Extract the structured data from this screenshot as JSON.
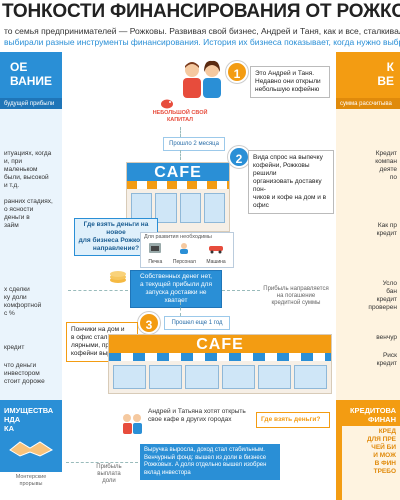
{
  "header": {
    "title": "ТОНКОСТИ ФИНАНСИРОВАНИЯ ОТ РОЖКОВЫХ",
    "intro_line1": "то семья предпринимателей — Рожковы. Развивая свой бизнес, Андрей и Таня, как и все, сталкивались с не",
    "intro_line2": "выбирали разные инструменты финансирования. История их бизнеса показывает, когда нужно выбрать ве"
  },
  "left_column": {
    "heading_line1": "ОЕ",
    "heading_line2": "ВАНИЕ",
    "subheading": "будущей прибыли",
    "text1": "итуациях, когда\nи, при маленьком\nбыли, высокой\nи т.д.",
    "text2": "ранних стадиях,\nо ясности\nденьги в\nзайм",
    "text3": "х сделки\nку доли\nкомфортной\nс %",
    "text4": "кредит",
    "text5": "что деньги\nинвестором\nстоит дороже",
    "bottom_heading": "ИМУЩЕСТВА\nНДА\nКА",
    "bottom_caption": "Монтерские\nпрорывы"
  },
  "right_column": {
    "heading_line1": "К",
    "heading_line2": "ВЕ",
    "subheading": "сумма рассчитыва",
    "text1": "Кредит\nкомпан\nдеяте\nпо",
    "text2": "Как пр\nкредит",
    "text3": "Усло\nбан\nкредит\nпроверен",
    "text4": "Риск\nкредит",
    "text5": "венчур",
    "bottom_heading": "КРЕДИТОВА\nФИНАН",
    "bottom_sub": "КРЕД\nДЛЯ ПРЕ\nЧЕЙ БИ\nИ МОЖ\nВ ФИН\nТРЕБО"
  },
  "step1": {
    "number": "1",
    "speech": "Это Андрей и Таня.\nНедавно они открыли\nнебольшую кофейню",
    "capital_label": "НЕБОЛЬШОЙ СВОЙ\nКАПИТАЛ",
    "time_label": "Прошло 2 месяца"
  },
  "step2": {
    "number": "2",
    "speech": "Вида спрос на выпечку\nкофейни, Рожковы решили\nорганизовать доставку пон-\nчиков и кофе на дом и в офис",
    "question": "Где взять деньги на новое\nдля бизнеса Рожковых\nнаправление?",
    "needs_label": "Для развития необходимы",
    "need1": "Печка",
    "need2": "Персонал",
    "need3": "Машина",
    "own_money": "Собственных денег нет,\nа текущей прибыли для\nзапуска доставки не хватает",
    "loan_label": "Прибыль направляется\nна погашение\nкредитной суммы",
    "time_label": "Прошел еще 1 год"
  },
  "cafe": {
    "sign1": "CAFE",
    "sign2": "CAFE"
  },
  "step3": {
    "number": "3",
    "speech": "Пончики на дом и\nв офис стали попу-\nлярными, прибыль\nкофейни выросла",
    "plan": "Андрей и Татьяна хотят открыть\nсвое кафе в других городах",
    "question": "Где взять деньги?",
    "result": "Выручка выросла, доход стал стабильным.\nВенчурный фонд: вышел из доли в бизнесе\nРожковых. А доля отдельно вышел изобрен\nвклад инвестора",
    "bottom_left": "Прибыль\nвыплата\nдоли"
  },
  "colors": {
    "blue": "#2a8fd6",
    "orange": "#f39c12",
    "light_blue_bg": "#eaf4fc",
    "light_orange_bg": "#fef3e0"
  }
}
